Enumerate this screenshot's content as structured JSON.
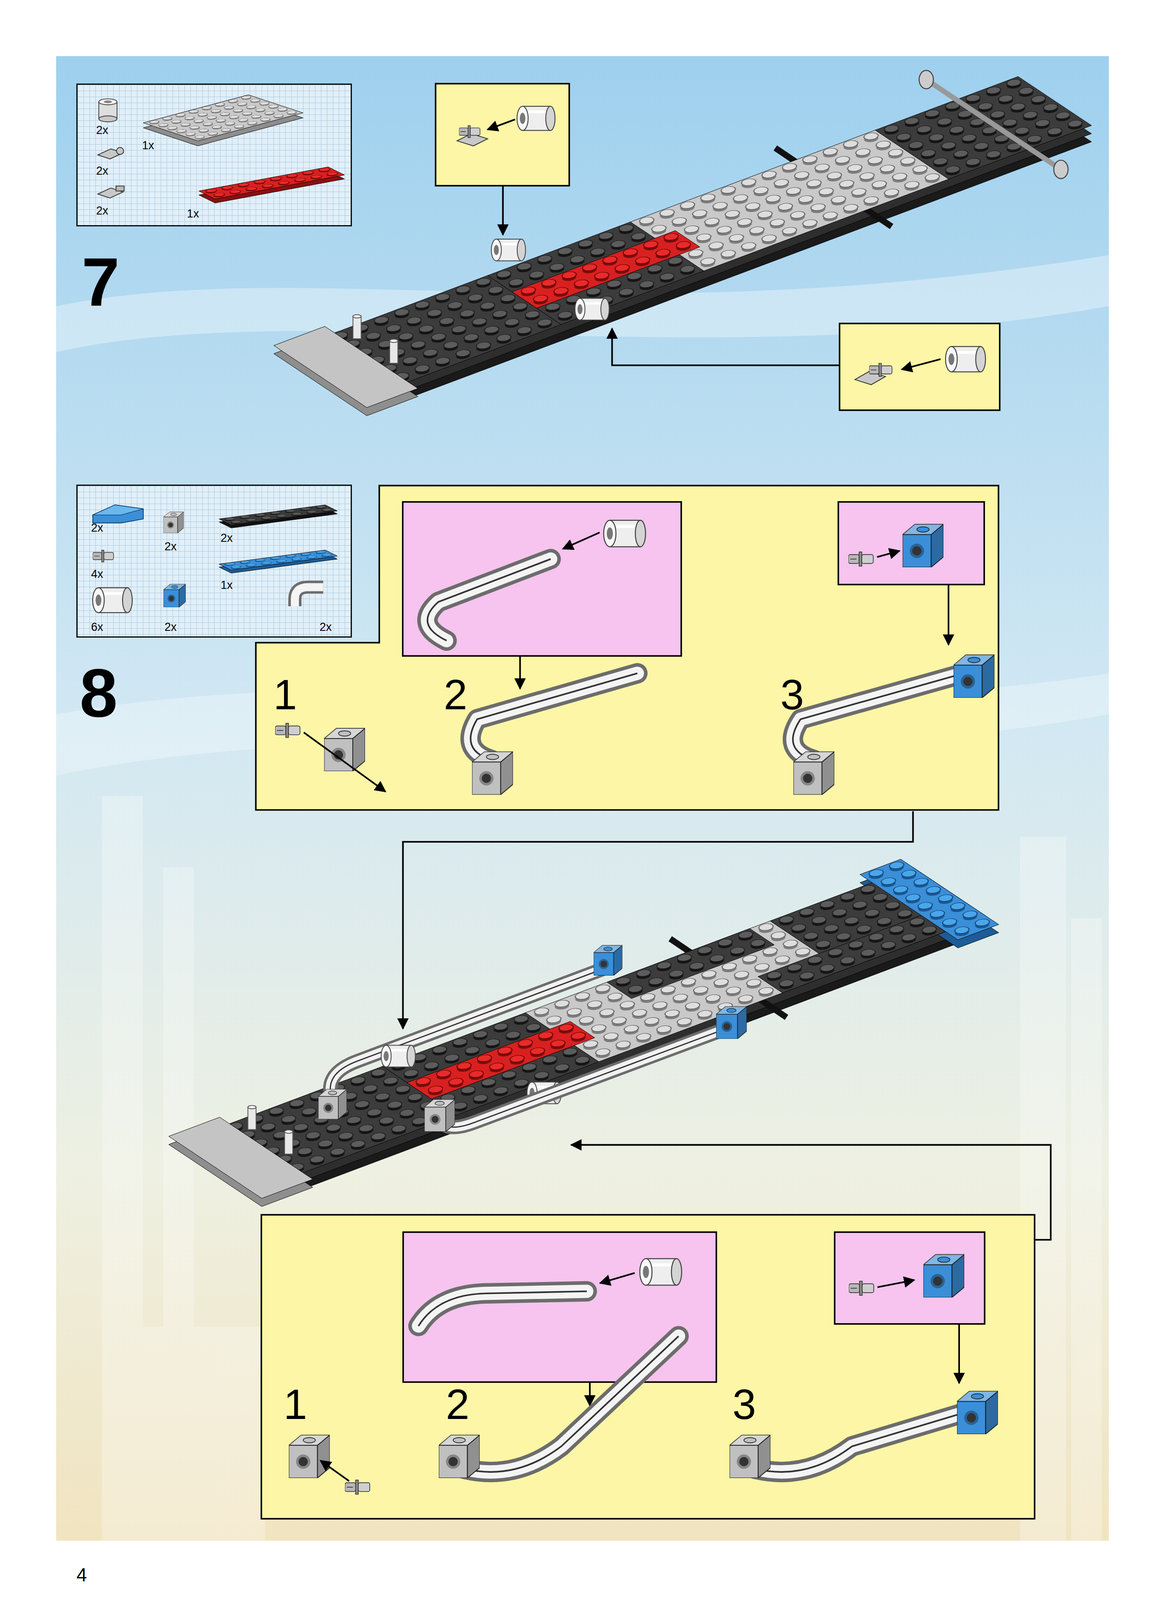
{
  "diagram": {
    "nodes": [
      {
        "text": [
          "2x",
          "1x",
          "2x",
          "2x",
          "1x"
        ]
      },
      {
        "text": [
          "2x",
          "2x",
          "2x",
          "4x",
          "1x",
          "6x",
          "2x",
          "2x"
        ]
      },
      {
        "text": [
          "1",
          "2",
          "3"
        ]
      },
      {
        "text": [
          "1",
          "2",
          "3"
        ]
      }
    ],
    "labels": [
      "7",
      "8",
      "4"
    ]
  }
}
